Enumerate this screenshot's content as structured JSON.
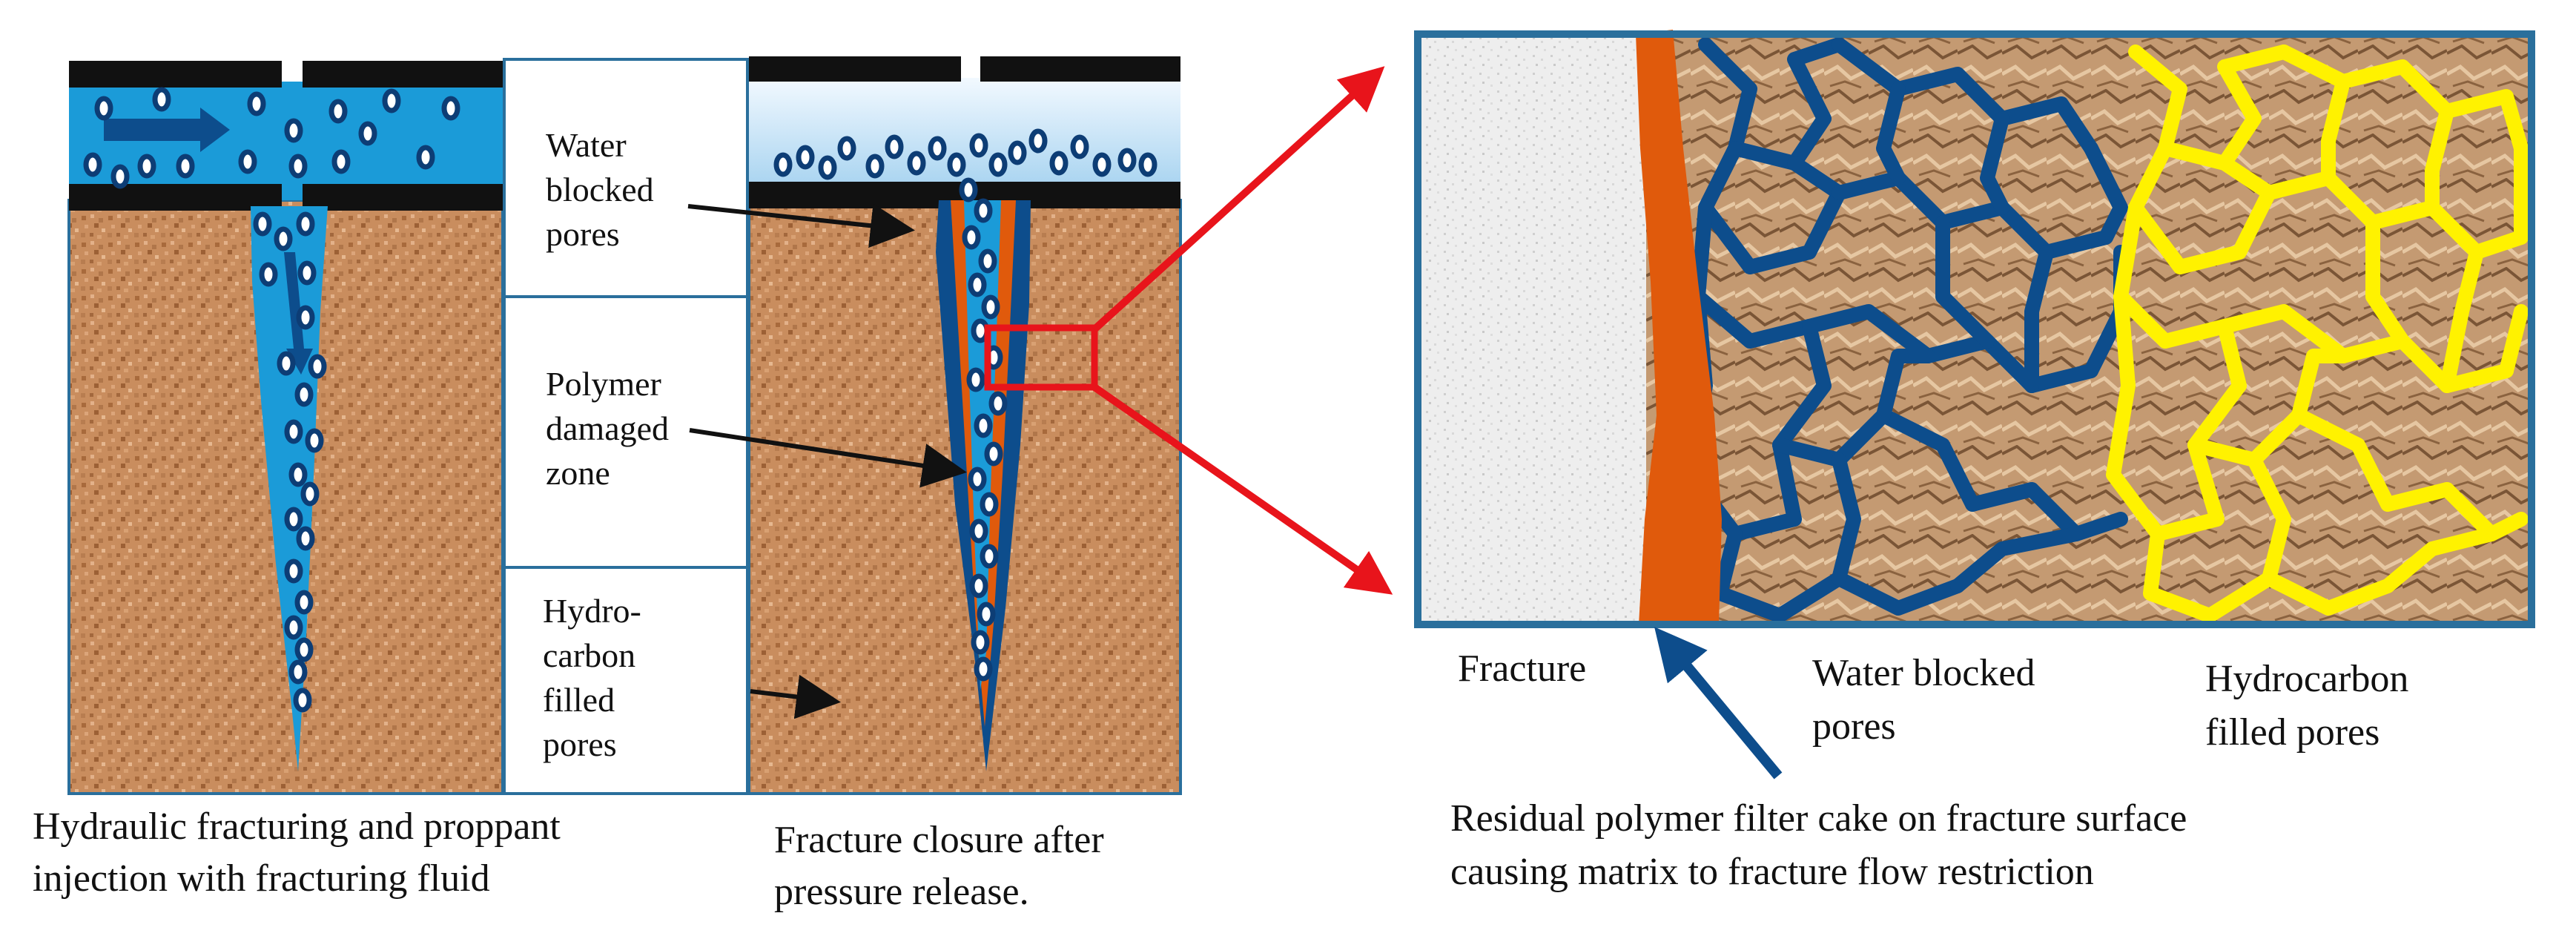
{
  "figure": {
    "left_panel_caption": "Hydraulic fracturing and proppant\ninjection with fracturing fluid",
    "middle_panel_caption": "Fracture closure after\npressure release.",
    "legend": {
      "water_blocked": "Water\nblocked\npores",
      "polymer_damaged": "Polymer\ndamaged\nzone",
      "hydrocarbon": "Hydro-\ncarbon\nfilled\npores"
    },
    "zoom": {
      "fracture_label": "Fracture",
      "water_label": "Water blocked\npores",
      "hydrocarbon_label": "Hydrocarbon\nfilled pores",
      "caption": "Residual polymer filter cake on fracture surface\ncausing matrix to fracture flow restriction"
    }
  },
  "colors": {
    "rock": "#c98d5e",
    "fluid": "#1b9bd8",
    "water_pore": "#0d4d8c",
    "polymer": "#e05a0c",
    "hydrocarbon": "#fff200",
    "arrow_red": "#e8141b",
    "arrow_blue": "#0d4d8c",
    "frame": "#2a6f9c"
  }
}
